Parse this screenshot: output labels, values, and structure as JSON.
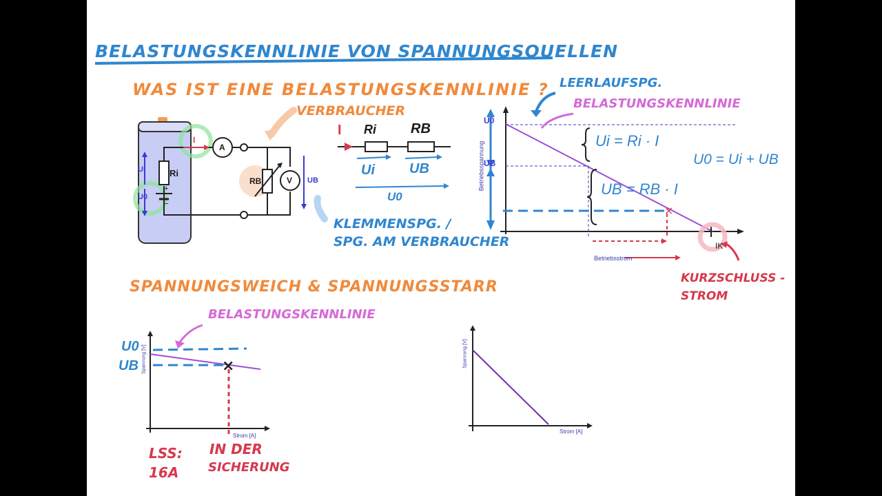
{
  "title": "Belastungskennlinie von Spannungsquellen",
  "section1": {
    "question": "Was ist eine Belastungskennlinie ?",
    "verbraucher": "Verbraucher",
    "klemmen_line1": "Klemmenspg. /",
    "klemmen_line2": "Spg. am Verbraucher"
  },
  "circuit": {
    "ammeter": "A",
    "voltmeter": "V",
    "current": "I",
    "ri": "Ri",
    "rb": "RB",
    "ui": "Ui",
    "u0": "U0",
    "ub": "UB",
    "plus": "+",
    "minus": "−"
  },
  "series_diagram": {
    "current": "I",
    "ri": "Ri",
    "rb": "RB",
    "ui": "Ui",
    "ub": "UB",
    "u0": "U0"
  },
  "main_chart": {
    "leerlauf": "Leerlaufspg.",
    "belastung": "Belastungskennlinie",
    "u0": "U0",
    "ub": "UB",
    "ik": "IK",
    "ylabel": "Betriebsspannung",
    "xlabel": "Betriebsstrom",
    "eq_ui": "Ui = Ri · I",
    "eq_ub": "UB = RB · I",
    "eq_total": "U0 = Ui + UB",
    "kurzschluss_line1": "Kurzschluss -",
    "kurzschluss_line2": "strom"
  },
  "section2": {
    "title": "Spannungsweich & Spannungsstarr",
    "belastung": "Belastungskennlinie",
    "left_chart": {
      "u0": "U0",
      "ub": "UB",
      "ylabel": "Spannung [V]",
      "xlabel": "Strom [A]",
      "lss_line1": "LSS:",
      "lss_line2": "16A",
      "sicherung_line1": "In der",
      "sicherung_line2": "Sicherung"
    },
    "right_chart": {
      "ylabel": "Spannung [V]",
      "xlabel": "Strom [A]"
    }
  },
  "colors": {
    "blue": "#2f86cf",
    "orange": "#f08a3c",
    "violet": "#d46ad6",
    "red": "#d6384d",
    "battery": "#c7cdf5",
    "green": "#8fe39a"
  }
}
